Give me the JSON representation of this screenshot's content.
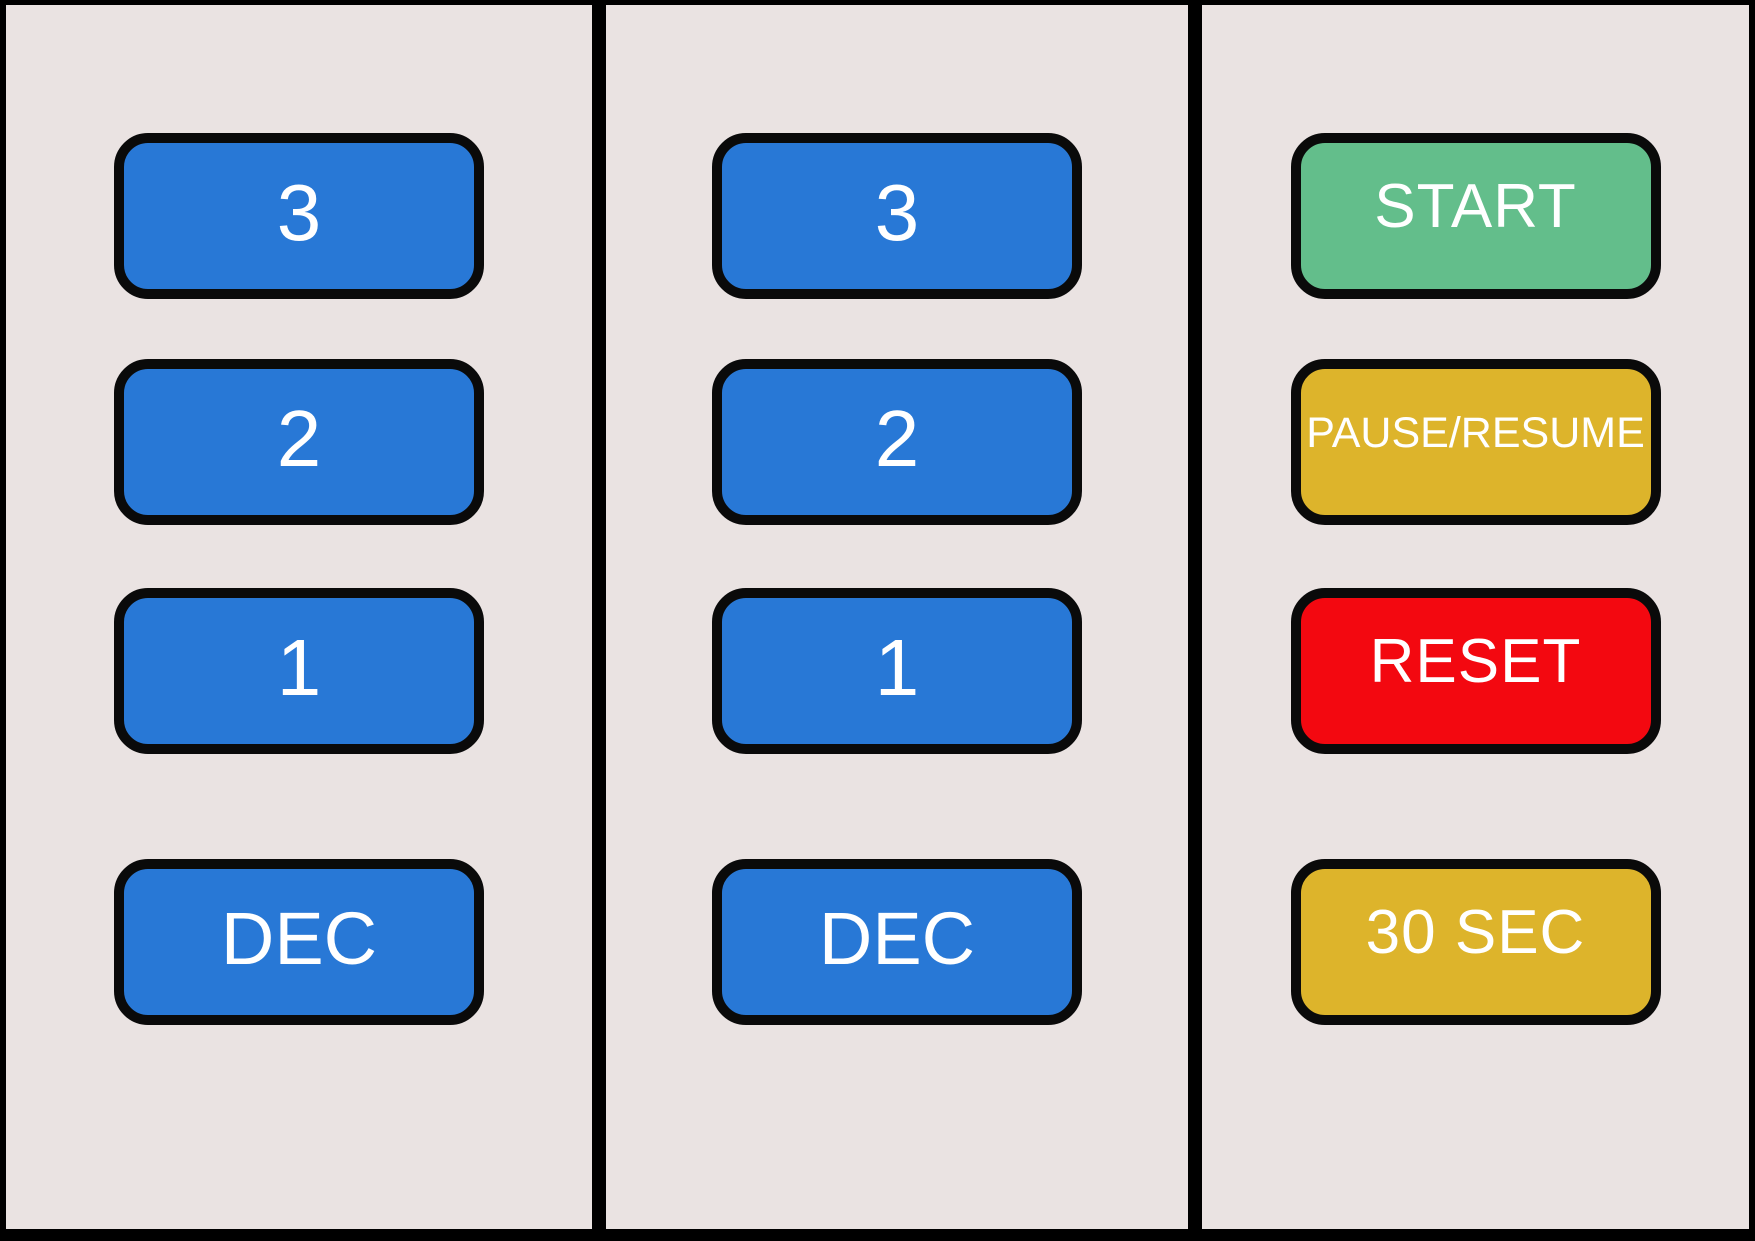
{
  "colors": {
    "frame_and_dividers": "#000000",
    "panel_background": "#eae3e2",
    "score_button_blue": "#2878d6",
    "start_button_green": "#63be8b",
    "amber_button_gold": "#ddb42b",
    "reset_button_red": "#f30810",
    "button_text": "#ffffff"
  },
  "columns": {
    "left_score": {
      "buttons": [
        {
          "label": "3"
        },
        {
          "label": "2"
        },
        {
          "label": "1"
        },
        {
          "label": "DEC"
        }
      ]
    },
    "right_score": {
      "buttons": [
        {
          "label": "3"
        },
        {
          "label": "2"
        },
        {
          "label": "1"
        },
        {
          "label": "DEC"
        }
      ]
    },
    "timer": {
      "buttons": [
        {
          "label": "START"
        },
        {
          "label": "PAUSE/RESUME"
        },
        {
          "label": "RESET"
        },
        {
          "label": "30 SEC"
        }
      ]
    }
  }
}
